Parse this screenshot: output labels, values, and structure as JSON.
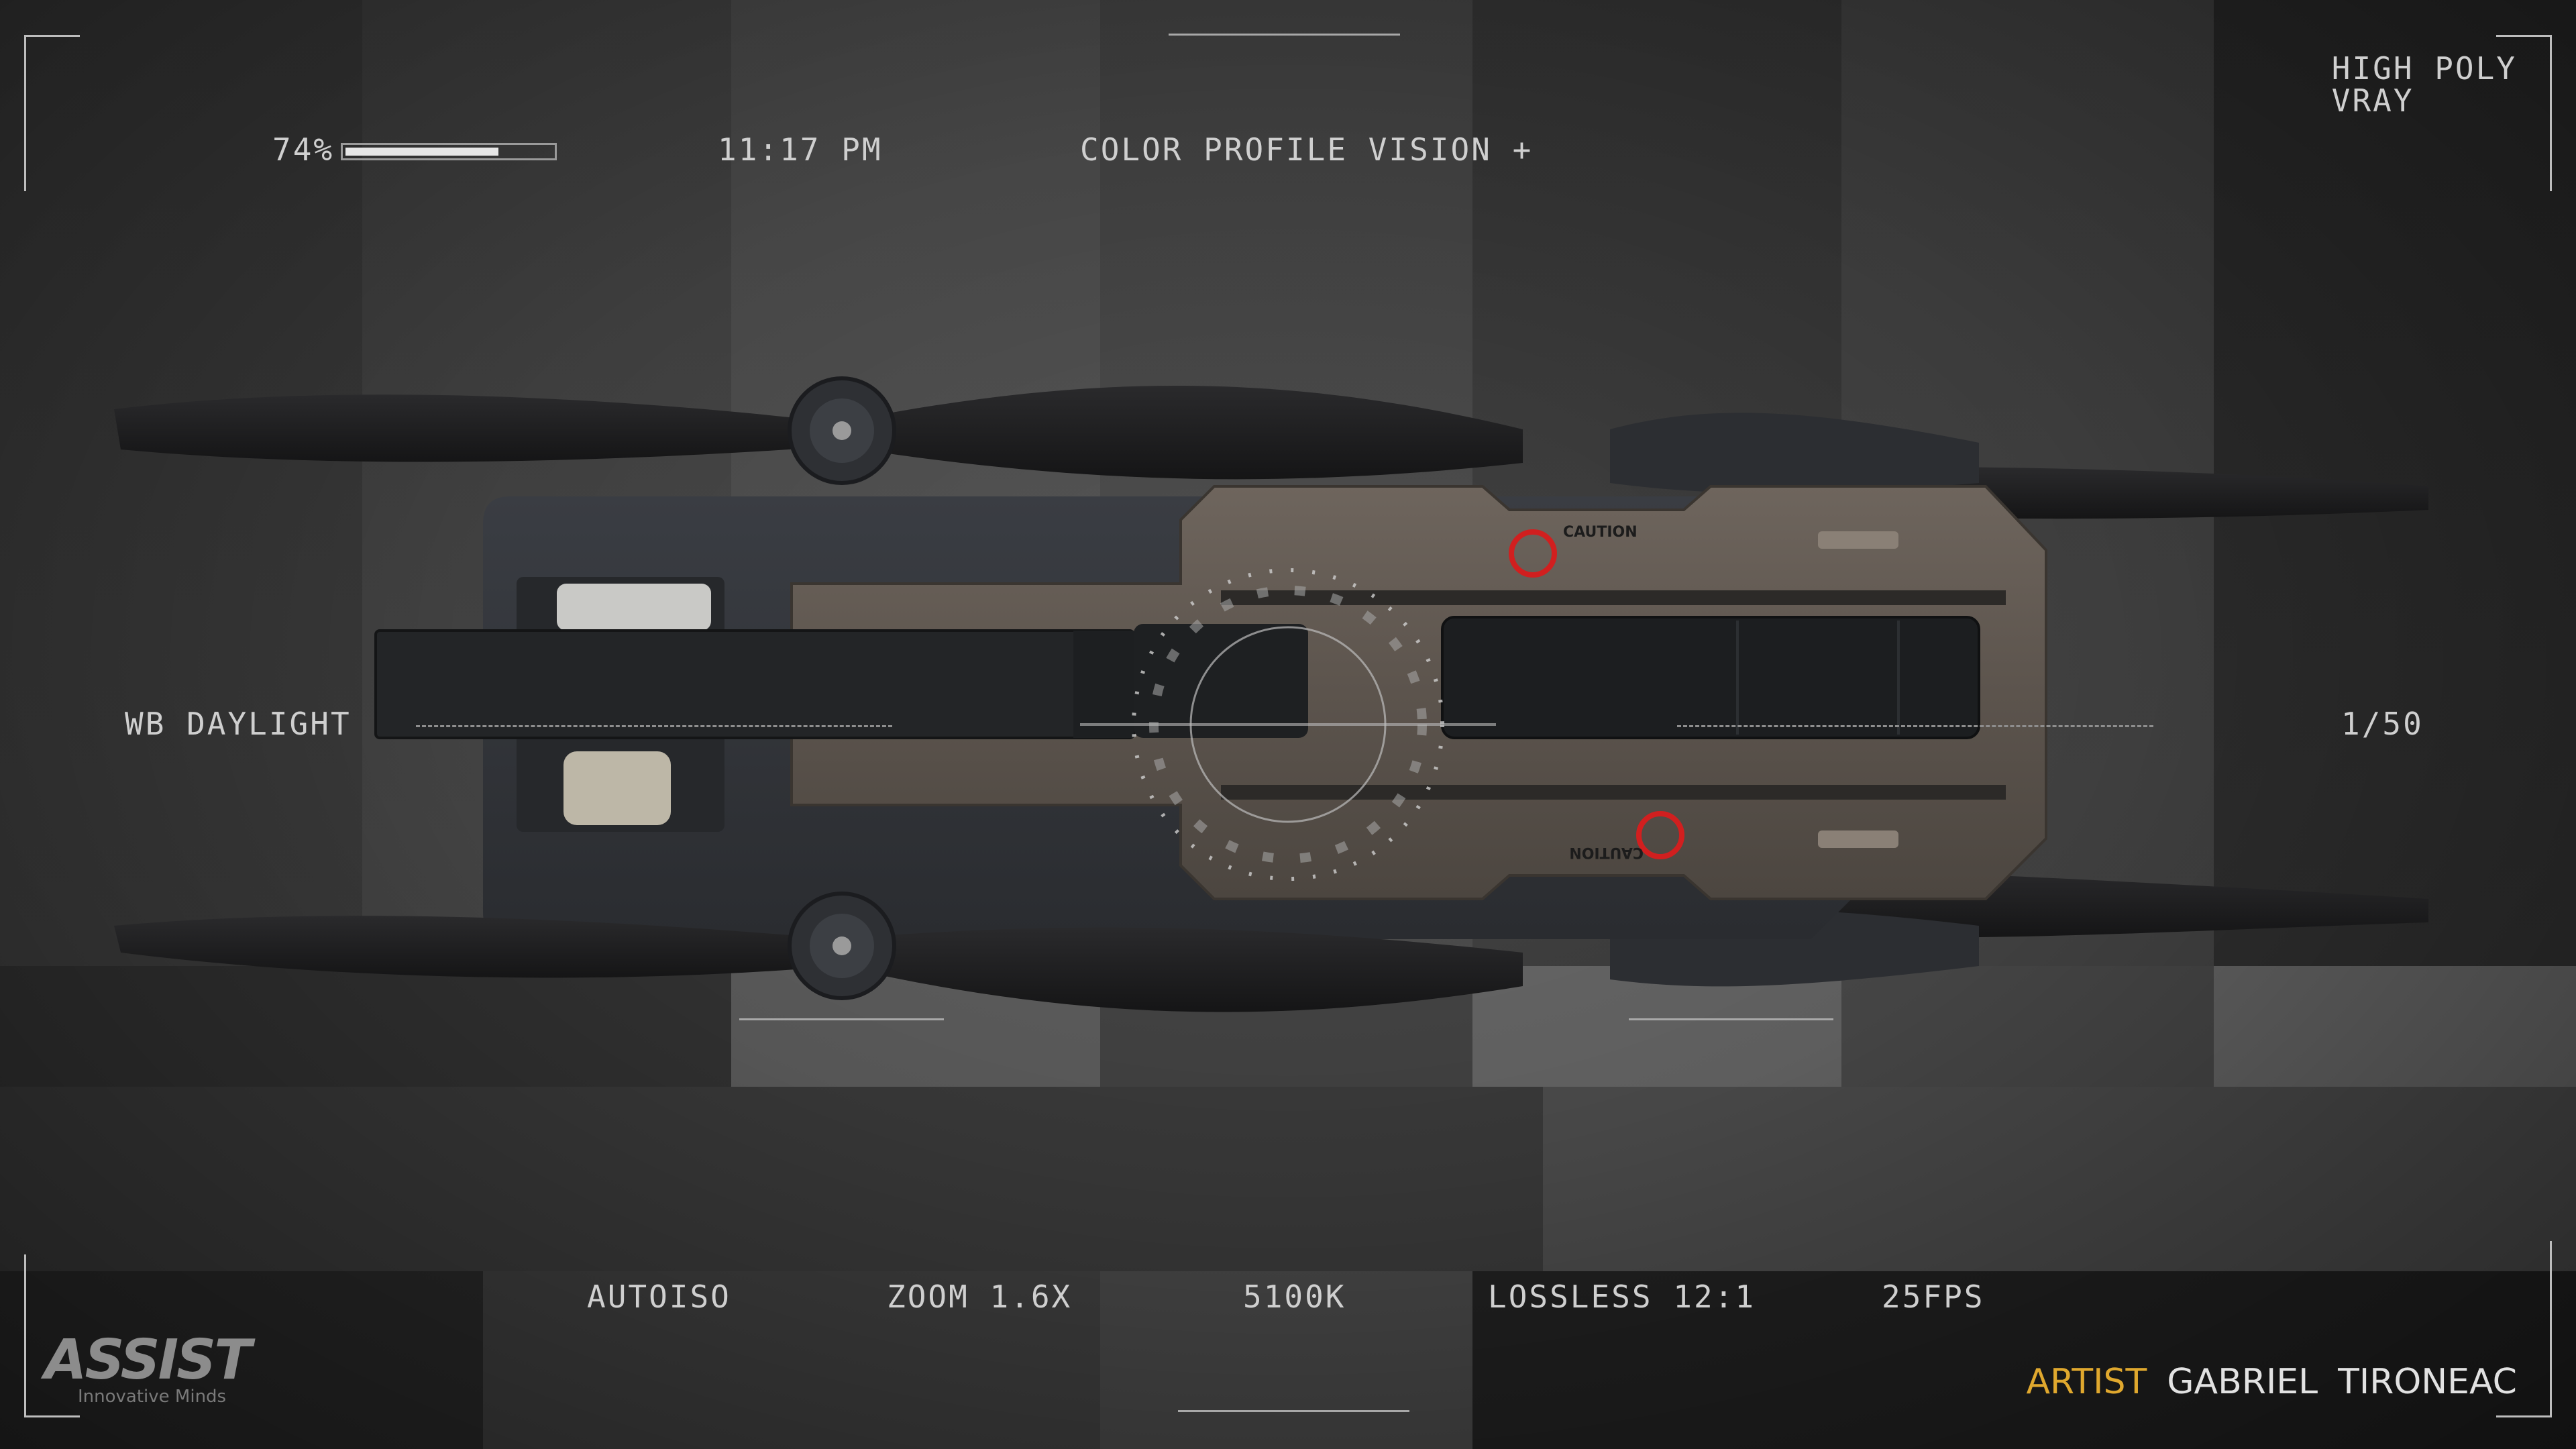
{
  "hud": {
    "battery_label": "74%",
    "battery_fraction": 0.74,
    "time": "11:17 PM",
    "color_profile": "COLOR PROFILE VISION +",
    "render_line1": "HIGH POLY",
    "render_line2": "VRAY",
    "white_balance": "WB DAYLIGHT",
    "shutter": "1/50"
  },
  "bottom_bar": {
    "iso": "AUTOISO",
    "zoom": "ZOOM 1.6X",
    "temperature": "5100K",
    "compression": "LOSSLESS 12:1",
    "fps": "25FPS"
  },
  "logo": {
    "word": "ASSIST",
    "tagline": "Innovative Minds"
  },
  "credit": {
    "role": "ARTIST",
    "first_name": "GABRIEL",
    "last_name": "TIRONEAC"
  },
  "drone_labels": {
    "caution_top": "CAUTION",
    "caution_bottom": "CAUTION"
  },
  "colors": {
    "accent": "#e0a82e",
    "caution_ring": "#d11f1f",
    "hud_text": "#cfcfcf"
  }
}
